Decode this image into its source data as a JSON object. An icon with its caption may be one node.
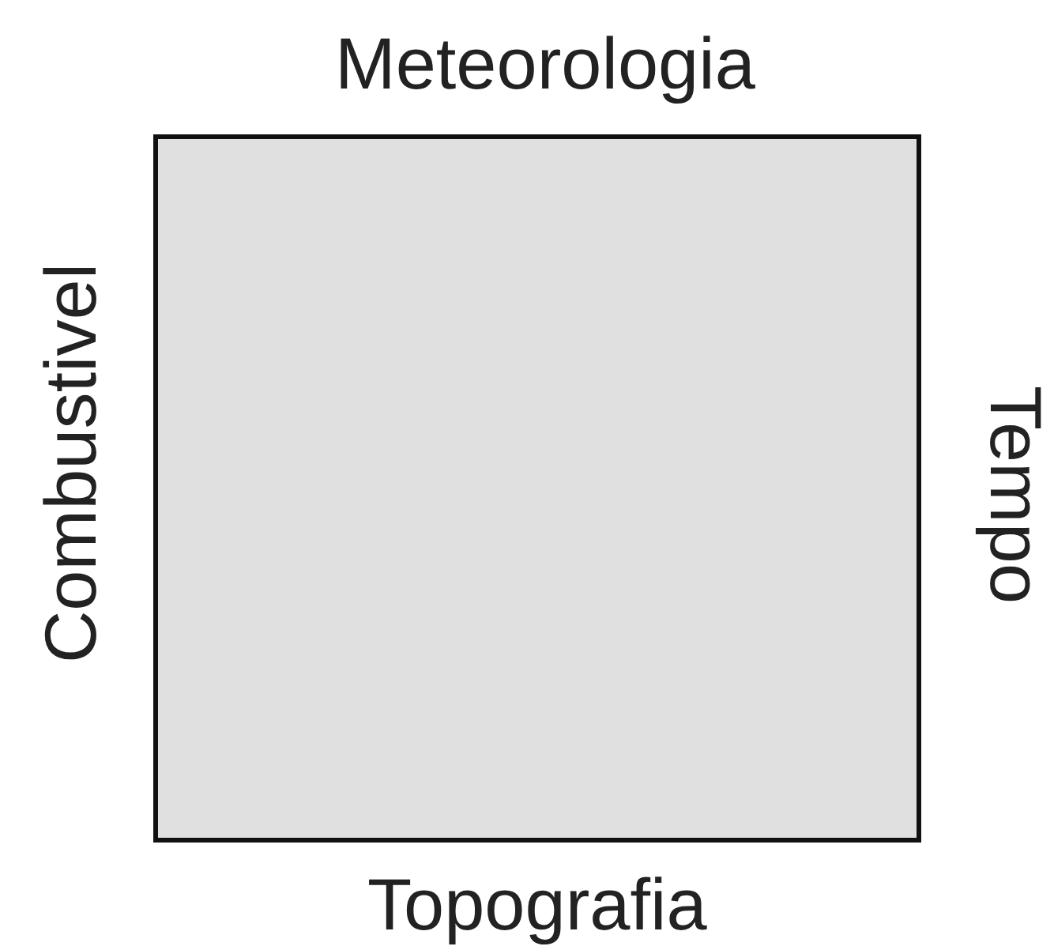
{
  "diagram": {
    "nodes": [
      {
        "text": [],
        "shape": "box"
      }
    ],
    "labels": [
      "Meteorologia",
      "Combustivel",
      "Tempo",
      "Topografia"
    ]
  }
}
